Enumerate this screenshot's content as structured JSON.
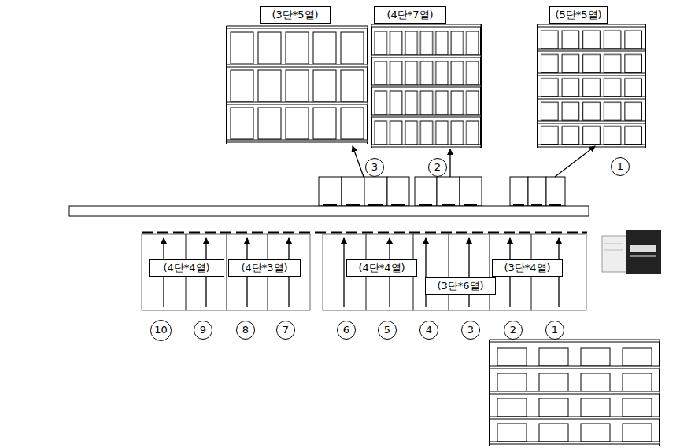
{
  "diagram": {
    "nodes": [
      {
        "text": [
          "(3단*5열)"
        ]
      },
      {
        "text": [
          "(4단*7열)"
        ]
      },
      {
        "text": [
          "(5단*5열)"
        ]
      },
      {
        "text": [
          "3"
        ]
      },
      {
        "text": [
          "2"
        ]
      },
      {
        "text": [
          "1"
        ]
      },
      {
        "text": [
          "(4단*4열)"
        ]
      },
      {
        "text": [
          "(4단*3열)"
        ]
      },
      {
        "text": [
          "(4단*4열)"
        ]
      },
      {
        "text": [
          "(3단*4열)"
        ]
      },
      {
        "text": [
          "(3단*6열)"
        ]
      },
      {
        "text": [
          "10"
        ]
      },
      {
        "text": [
          "9"
        ]
      },
      {
        "text": [
          "8"
        ]
      },
      {
        "text": [
          "7"
        ]
      },
      {
        "text": [
          "6"
        ]
      },
      {
        "text": [
          "5"
        ]
      },
      {
        "text": [
          "4"
        ]
      },
      {
        "text": [
          "3"
        ]
      },
      {
        "text": [
          "2"
        ]
      },
      {
        "text": [
          "1"
        ]
      }
    ]
  }
}
